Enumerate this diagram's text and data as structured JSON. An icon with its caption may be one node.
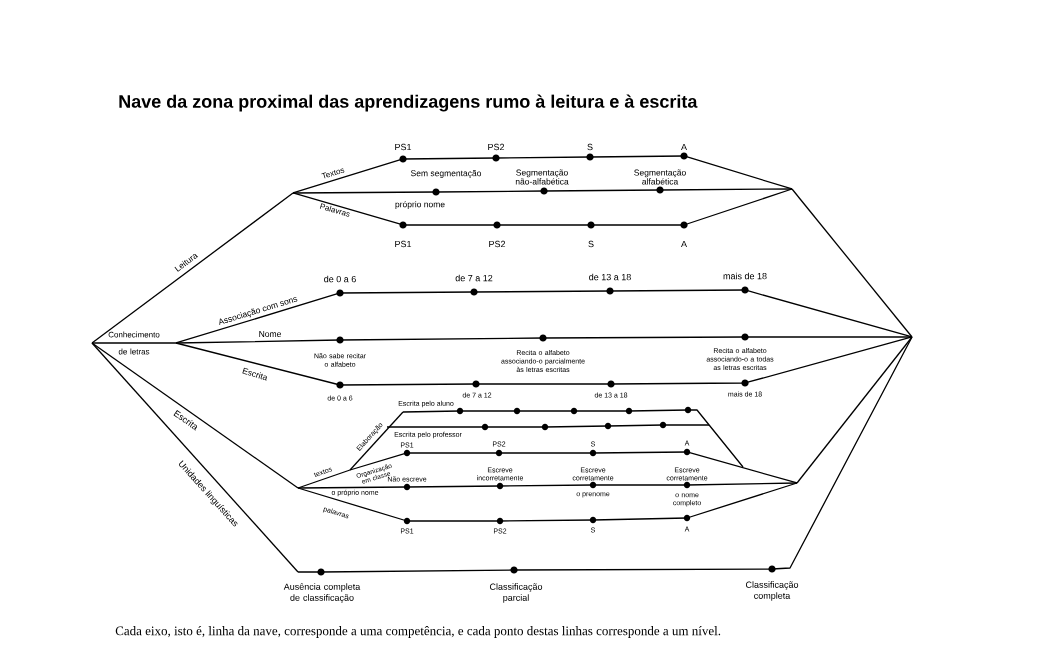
{
  "diagram": {
    "title": "Nave da zona proximal das aprendizagens rumo à leitura e à escrita",
    "caption": "Cada eixo, isto é, linha da nave, corresponde a uma competência, e cada ponto destas linhas corresponde a um nível.",
    "labels": [
      "PS1",
      "PS2",
      "S",
      "A",
      "Textos",
      "Sem segmentação",
      "Segmentação não-alfabética",
      "Segmentação alfabética",
      "próprio nome",
      "Palavras",
      "PS1",
      "PS2",
      "S",
      "A",
      "Leitura",
      "de 0 a 6",
      "de 7 a 12",
      "de 13 a 18",
      "mais de 18",
      "Conhecimento de letras",
      "Associação com sons",
      "Nome",
      "Não sabe recitar o alfabeto",
      "Recita o alfabeto associando-o parcialmente às letras escritas",
      "Recita o alfabeto associando-o a todas as letras escritas",
      "Escrita",
      "de 0 a 6",
      "de 7 a 12",
      "de 13 a 18",
      "mais de 18",
      "Escrita",
      "Escrita pelo aluno",
      "Elaboração",
      "Escrita pelo professor",
      "PS1",
      "PS2",
      "S",
      "A",
      "Organização em classe",
      "textos",
      "Não escreve",
      "Escreve incorretamente",
      "Escreve corretamente",
      "Escreve corretamente",
      "o próprio nome",
      "o prenome",
      "o nome completo",
      "palavras",
      "PS1",
      "PS2",
      "S",
      "A",
      "Unidades linguísticas",
      "Ausência completa de classificação",
      "Classificação parcial",
      "Classificação completa"
    ]
  }
}
